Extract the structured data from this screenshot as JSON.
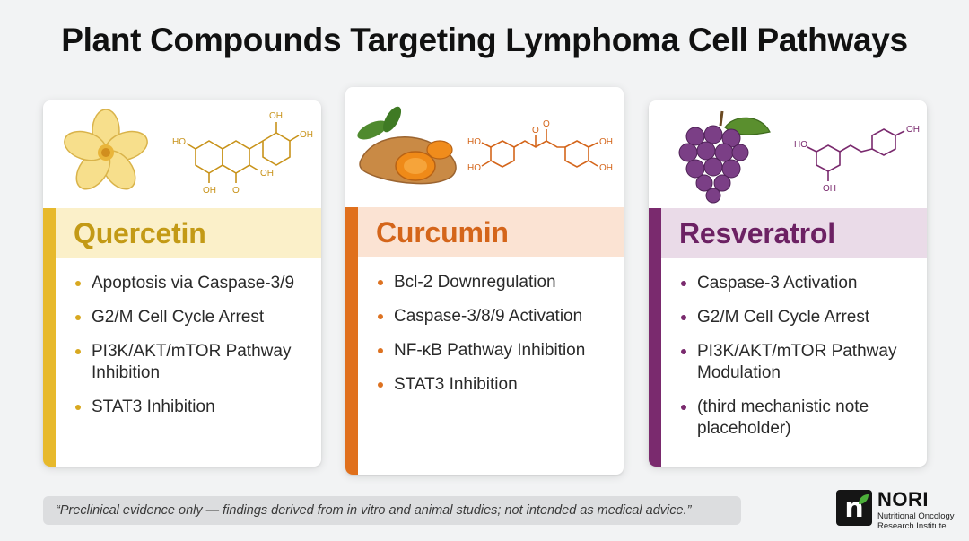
{
  "title": "Plant Compounds Targeting Lymphoma Cell Pathways",
  "cards": [
    {
      "name": "Quercetin",
      "accent_color": "#e7b92c",
      "icon": "flower-icon",
      "molecule_labels": [
        "OH",
        "OH",
        "HO",
        "OH",
        "OH",
        "O"
      ],
      "items": [
        "Apoptosis via Caspase-3/9",
        "G2/M Cell Cycle Arrest",
        "PI3K/AKT/mTOR Pathway Inhibition",
        "STAT3 Inhibition"
      ]
    },
    {
      "name": "Curcumin",
      "accent_color": "#e0701c",
      "icon": "turmeric-root-icon",
      "molecule_labels": [
        "HO",
        "HO",
        "OH",
        "OH",
        "O",
        "O"
      ],
      "items": [
        "Bcl-2 Downregulation",
        "Caspase-3/8/9 Activation",
        "NF-κB Pathway Inhibition",
        "STAT3 Inhibition"
      ]
    },
    {
      "name": "Resveratrol",
      "accent_color": "#7a2a6e",
      "icon": "grapes-icon",
      "molecule_labels": [
        "HO",
        "OH",
        "OH"
      ],
      "items": [
        "Caspase-3 Activation",
        "G2/M Cell Cycle Arrest",
        "PI3K/AKT/mTOR Pathway Modulation",
        "(third mechanistic note placeholder)"
      ]
    }
  ],
  "footer": "“Preclinical evidence only — findings derived from in vitro and animal studies; not intended as medical advice.”",
  "logo": {
    "mark": "n",
    "abbr": "NORI",
    "line1": "Nutritional Oncology",
    "line2": "Research Institute"
  }
}
